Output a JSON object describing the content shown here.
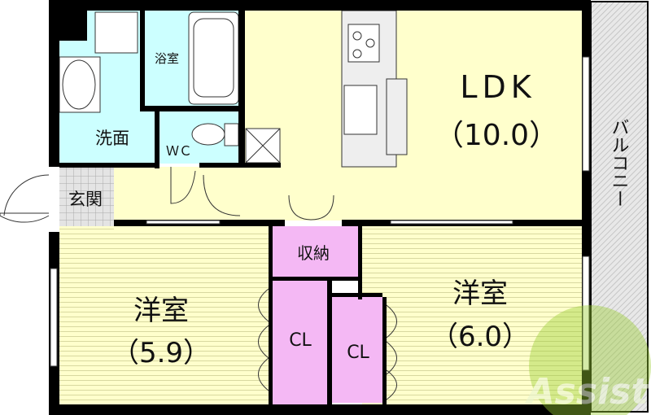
{
  "floorplan": {
    "rooms": {
      "bath": "浴室",
      "washroom": "洗面",
      "wc": "ＷＣ",
      "entrance": "玄関",
      "ldk_name": "LDK",
      "ldk_size": "（10.0）",
      "western_left_name": "洋室",
      "western_left_size": "（5.9）",
      "western_right_name": "洋室",
      "western_right_size": "（6.0）",
      "storage": "収納",
      "closet_left": "CL",
      "closet_right": "CL",
      "balcony": "バルコニー"
    },
    "watermark": "Assist",
    "colors": {
      "wet_area": "#ccffff",
      "ldk": "#ffffcc",
      "storage": "#f4b8f4",
      "wall": "#000000",
      "watermark": "#9acd32"
    }
  }
}
